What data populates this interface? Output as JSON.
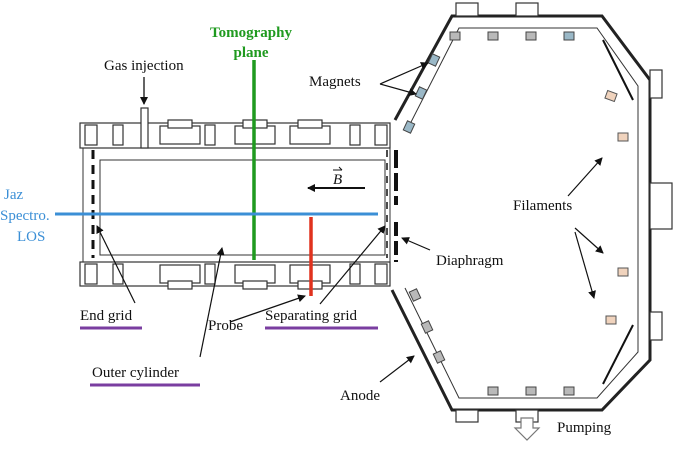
{
  "labels": {
    "tomography": [
      "Tomography",
      "plane"
    ],
    "gas_injection": "Gas injection",
    "magnets": "Magnets",
    "b_field": "B",
    "jaz": [
      "Jaz",
      "Spectro.",
      "LOS"
    ],
    "filaments": "Filaments",
    "diaphragm": "Diaphragm",
    "end_grid": "End grid",
    "probe": "Probe",
    "separating_grid": "Separating grid",
    "outer_cylinder": "Outer cylinder",
    "anode": "Anode",
    "pumping": "Pumping"
  },
  "colors": {
    "tomography": "#1f9a1f",
    "los": "#3b8fd6",
    "probe": "#e0321e",
    "underline": "#7a3ea0"
  }
}
